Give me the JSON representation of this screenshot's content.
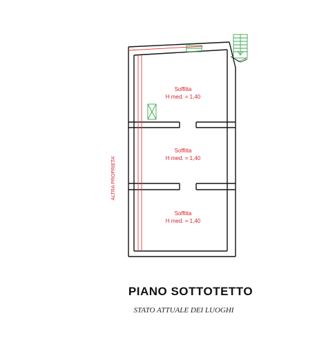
{
  "plan": {
    "title": "PIANO SOTTOTETTO",
    "subtitle": "STATO ATTUALE DEI LUOGHI",
    "side_label": "ALTRA PROPRIETA'",
    "rooms": [
      {
        "name": "Soffitta",
        "height": "H med. = 1,40"
      },
      {
        "name": "Soffitta",
        "height": "H med. = 1,40"
      },
      {
        "name": "Soffitta",
        "height": "H med. = 1,40"
      }
    ]
  }
}
